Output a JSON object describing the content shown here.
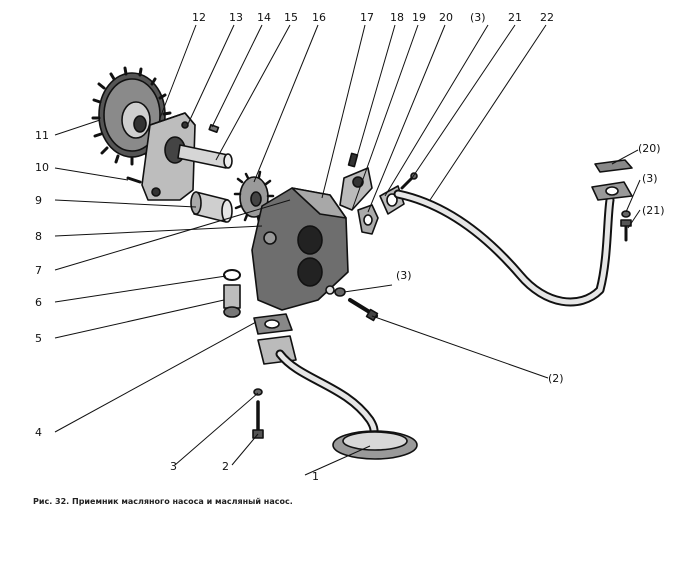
{
  "figure": {
    "caption": "Рис. 32. Приемник масляного насоса и масляный насос."
  },
  "callouts": {
    "1": "1",
    "2": "2",
    "3": "3",
    "4": "4",
    "5": "5",
    "6": "6",
    "7": "7",
    "8": "8",
    "9": "9",
    "10": "10",
    "11": "11",
    "12": "12",
    "13": "13",
    "14": "14",
    "15": "15",
    "16": "16",
    "17": "17",
    "18": "18",
    "19": "19",
    "20": "20",
    "21": "21",
    "22": "22",
    "p3a": "(3)",
    "p3b": "(3)",
    "p3c": "(3)",
    "p2": "(2)",
    "p20": "(20)",
    "p21": "(21)"
  }
}
